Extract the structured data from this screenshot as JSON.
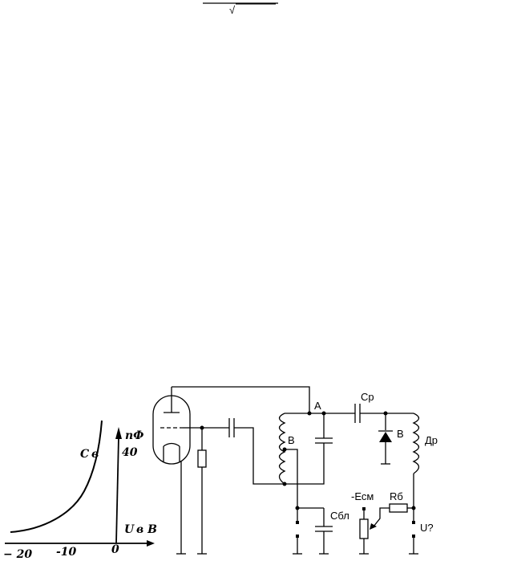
{
  "formula": {
    "radical": "√"
  },
  "graph": {
    "curve_label": "C в",
    "y_unit": "пФ",
    "y_tick_40": "40",
    "x_label": "U в В",
    "x_ticks": [
      "− 20",
      "-10",
      "0"
    ]
  },
  "circuit": {
    "label_A": "A",
    "label_Cp": "Ср",
    "label_B_tap": "В",
    "label_B_diode": "В",
    "label_Dr": "Др",
    "label_Esm": "-Есм",
    "label_Rb": "Rб",
    "label_Cbl": "Сбл",
    "label_U": "U?"
  },
  "colors": {
    "ink": "#000000",
    "paper": "#ffffff"
  }
}
